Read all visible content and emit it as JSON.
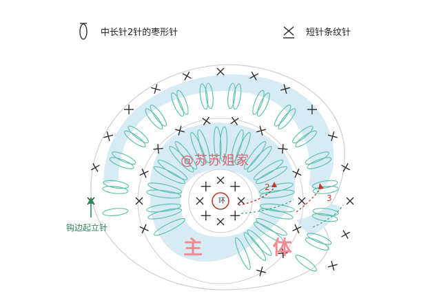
{
  "legend": {
    "left": {
      "icon": "oval-stitch-icon",
      "label": "中长针2针的枣形针"
    },
    "right": {
      "icon": "x-stitch-icon",
      "label": "短针条纹针"
    }
  },
  "diagram": {
    "ring_label": "环",
    "watermark": "@苏苏姐家",
    "body_label": "主 体",
    "chain_label": "钩边起立针",
    "arrow_labels": [
      "2",
      "3"
    ]
  },
  "colors": {
    "band": "#d7ebf5",
    "outline": "#c8cfd3",
    "x_mark": "#2c2c2c",
    "stitch": "#5ec2aa",
    "ring": "#c0392b",
    "arrow": "#c0392b",
    "arrow_dash": "#3aa06a",
    "chain_arrow": "#2a8a55",
    "watermark": "#d8667a",
    "body_text": "#f08c94"
  }
}
